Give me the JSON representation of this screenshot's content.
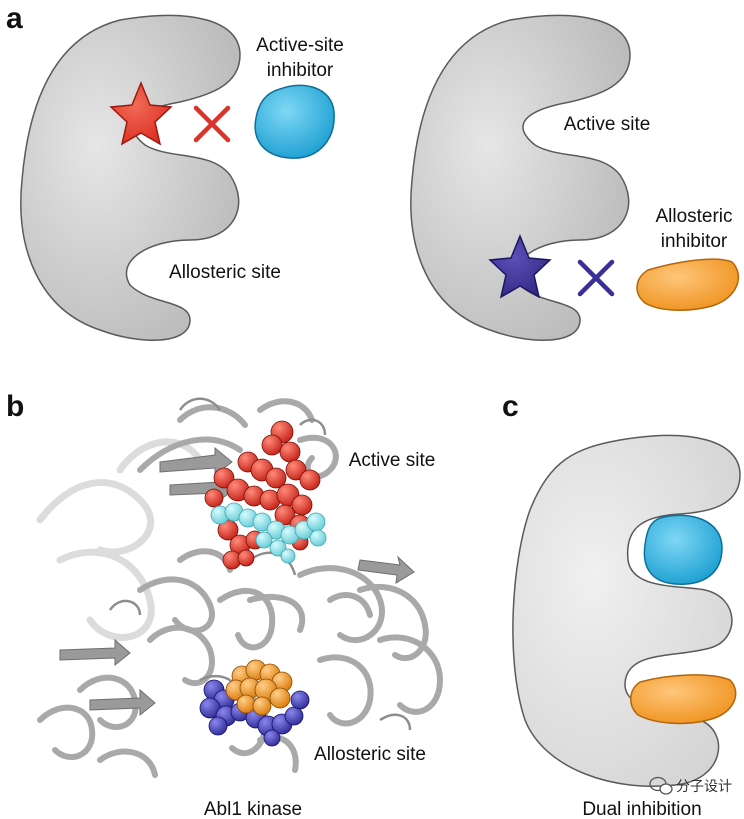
{
  "panels": {
    "a": {
      "letter": "a",
      "left": {
        "inhibitor_label_line1": "Active-site",
        "inhibitor_label_line2": "inhibitor",
        "site_label": "Allosteric site",
        "star_color": "#e0392b",
        "cross_color": "#d9342b",
        "inhibitor_color": "#31b4e4"
      },
      "right": {
        "site_label": "Active site",
        "inhibitor_label_line1": "Allosteric",
        "inhibitor_label_line2": "inhibitor",
        "star_color": "#3d3197",
        "cross_color": "#3a2f99",
        "inhibitor_color": "#f39a2c"
      }
    },
    "b": {
      "letter": "b",
      "active_site_label": "Active site",
      "allosteric_site_label": "Allosteric site",
      "caption": "Abl1 kinase",
      "active_residue_color": "#d8261c",
      "ligand_color": "#86e0e6",
      "allosteric_residue_color": "#3a36b4",
      "allosteric_ligand_color": "#f08a12",
      "ribbon_color": "#b9b9b9"
    },
    "c": {
      "letter": "c",
      "caption": "Dual inhibition",
      "active_inhibitor_color": "#31b4e4",
      "allosteric_inhibitor_color": "#f39a2c"
    }
  },
  "watermark": {
    "text": "分子设计",
    "icon": "wechat-icon"
  },
  "colors": {
    "protein_fill": "#d2d2d2",
    "protein_stroke": "#5a5a5a"
  }
}
